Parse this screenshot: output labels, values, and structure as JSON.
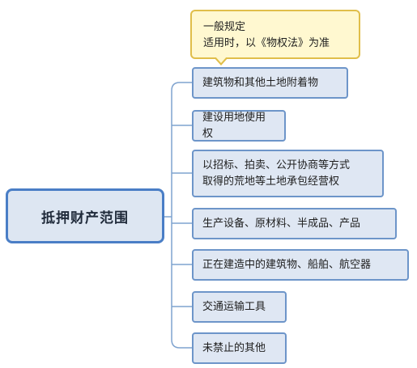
{
  "root": {
    "label": "抵押财产范围"
  },
  "note": {
    "line1": "一般规定",
    "line2": "适用时，以《物权法》为准"
  },
  "branches": [
    {
      "label": "建筑物和其他土地附着物"
    },
    {
      "label": "建设用地使用权"
    },
    {
      "label": "以招标、拍卖、公开协商等方式\n取得的荒地等土地承包经营权"
    },
    {
      "label": "生产设备、原材料、半成品、产品"
    },
    {
      "label": "正在建造中的建筑物、船舶、航空器"
    },
    {
      "label": "交通运输工具"
    },
    {
      "label": "未禁止的其他"
    }
  ],
  "colors": {
    "root_border": "#4a7ec6",
    "node_border": "#6d95c9",
    "node_fill": "#dfe7f3",
    "note_fill": "#fff8d0",
    "note_border": "#e0be4a",
    "connector": "#7fa3cf"
  }
}
